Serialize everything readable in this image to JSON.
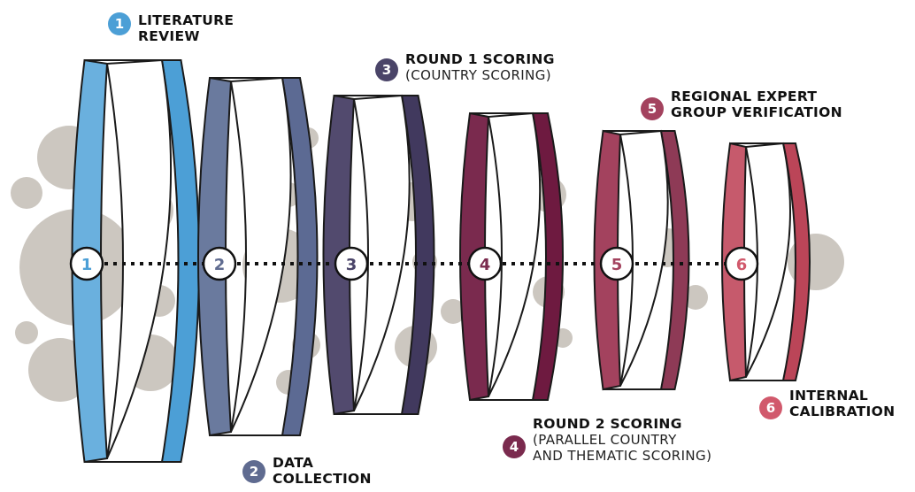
{
  "stages": [
    {
      "number": "1",
      "title_line1": "LITERATURE",
      "title_line2": "REVIEW",
      "subtitle_line1": "",
      "subtitle_line2": "",
      "color_front": "#6ab0de",
      "color_back": "#4c9fd6",
      "badge_color": "#4c9fd6"
    },
    {
      "number": "2",
      "title_line1": "DATA",
      "title_line2": "COLLECTION",
      "subtitle_line1": "",
      "subtitle_line2": "",
      "color_front": "#6a7a9e",
      "color_back": "#5c6a93",
      "badge_color": "#5f6b90"
    },
    {
      "number": "3",
      "title_line1": "ROUND 1 SCORING",
      "title_line2": "",
      "subtitle_line1": "(COUNTRY SCORING)",
      "subtitle_line2": "",
      "color_front": "#524a6e",
      "color_back": "#41395e",
      "badge_color": "#4a4468"
    },
    {
      "number": "4",
      "title_line1": "ROUND 2 SCORING",
      "title_line2": "",
      "subtitle_line1": "(PARALLEL COUNTRY",
      "subtitle_line2": "AND THEMATIC SCORING)",
      "color_front": "#7a2a4e",
      "color_back": "#6e1a40",
      "badge_color": "#7a2a4e"
    },
    {
      "number": "5",
      "title_line1": "REGIONAL EXPERT",
      "title_line2": "GROUP VERIFICATION",
      "subtitle_line1": "",
      "subtitle_line2": "",
      "color_front": "#a3425e",
      "color_back": "#8e3a56",
      "badge_color": "#a3425e"
    },
    {
      "number": "6",
      "title_line1": "INTERNAL",
      "title_line2": "CALIBRATION",
      "subtitle_line1": "",
      "subtitle_line2": "",
      "color_front": "#c65a6c",
      "color_back": "#bb4558",
      "badge_color": "#d1596c"
    }
  ],
  "bubble_color": "#ccc7c0"
}
